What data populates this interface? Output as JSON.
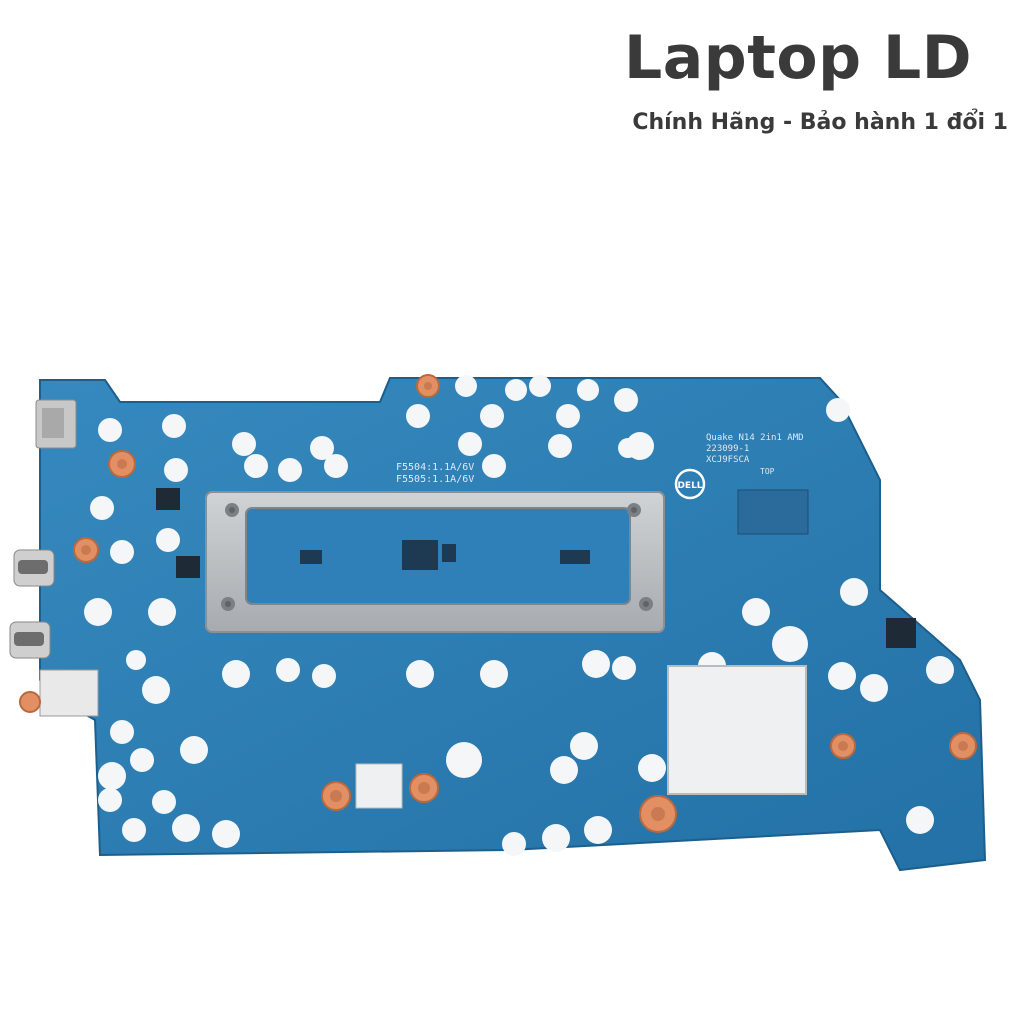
{
  "header": {
    "title": "Laptop LD",
    "tagline": "Chính Hãng - Bảo hành 1 đổi 1"
  },
  "board": {
    "fuse_label_1": "F5504:1.1A/6V",
    "fuse_label_2": "F5505:1.1A/6V",
    "model_line_1": "Quake N14 2in1 AMD",
    "model_line_2": "223099-1",
    "model_line_3": "XCJ9FSCA",
    "top_marker": "TOP",
    "dell_logo": "DELL",
    "pcb_color": "#2b7fb3",
    "shield_color": "#b8bcc0"
  }
}
